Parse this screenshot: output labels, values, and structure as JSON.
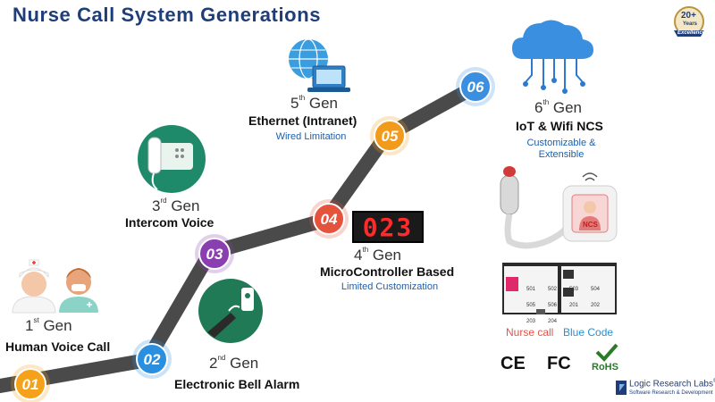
{
  "title": "Nurse Call System Generations",
  "colors": {
    "title": "#1f3e79",
    "road": "#4a4a4a",
    "subtitle": "#1f5fa8",
    "gen1": "#f5a21a",
    "gen2": "#2b8fe0",
    "gen3": "#8a3fb0",
    "gen4": "#e5533d",
    "gen5": "#f19a1b",
    "gen6": "#3b8fe0"
  },
  "generations": [
    {
      "badge": "01",
      "num": "1",
      "sup": "st",
      "gen_word": "Gen",
      "name": "Human Voice Call",
      "subtitle": "",
      "icon": "nurse-avatars-icon"
    },
    {
      "badge": "02",
      "num": "2",
      "sup": "nd",
      "gen_word": "Gen",
      "name": "Electronic Bell Alarm",
      "subtitle": "",
      "icon": "bell-button-icon"
    },
    {
      "badge": "03",
      "num": "3",
      "sup": "rd",
      "gen_word": "Gen",
      "name": "Intercom Voice",
      "subtitle": "",
      "icon": "intercom-phone-icon"
    },
    {
      "badge": "04",
      "num": "4",
      "sup": "th",
      "gen_word": "Gen",
      "name": "MicroController Based",
      "subtitle": "Limited Customization",
      "icon": "led-display-icon",
      "display": "023"
    },
    {
      "badge": "05",
      "num": "5",
      "sup": "th",
      "gen_word": "Gen",
      "name": "Ethernet (Intranet)",
      "subtitle": "Wired Limitation",
      "icon": "globe-laptop-icon"
    },
    {
      "badge": "06",
      "num": "6",
      "sup": "th",
      "gen_word": "Gen",
      "name": "IoT & Wifi NCS",
      "subtitle": "Customizable &",
      "subtitle2": "Extensible",
      "icon": "cloud-network-icon"
    }
  ],
  "devices": {
    "ncs_label": "NCS",
    "caption_left": "Nurse call",
    "caption_right": "Blue Code",
    "screen_values": [
      "501",
      "502",
      "503",
      "504",
      "505",
      "506",
      "201",
      "202",
      "203",
      "204"
    ]
  },
  "certifications": [
    "CE",
    "FC",
    "RoHS"
  ],
  "badge_top": {
    "value": "20+",
    "line2": "Years",
    "line3": "Excellence"
  },
  "company": {
    "name": "Logic Research Labs",
    "mark": "®",
    "tagline": "Software Research & Development"
  }
}
